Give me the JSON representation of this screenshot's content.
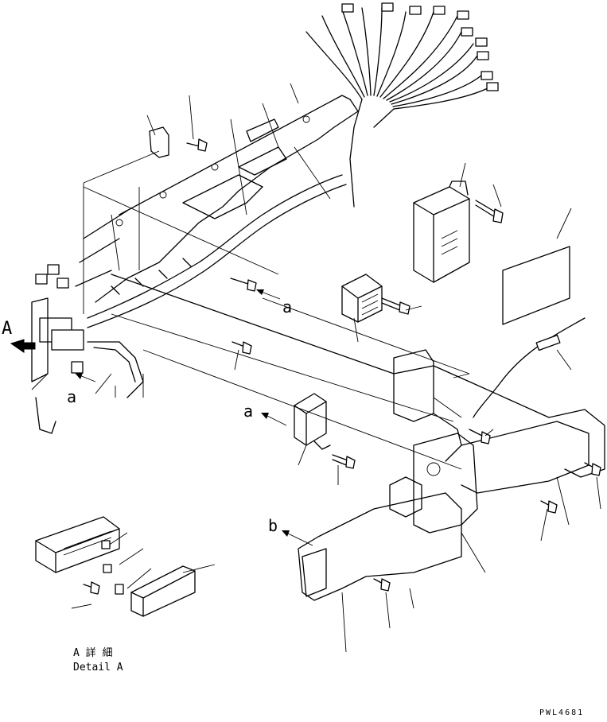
{
  "callouts": {
    "view_A": "A",
    "ref_a_1": "a",
    "ref_a_2": "a",
    "ref_a_3": "a",
    "ref_b": "b"
  },
  "detail": {
    "title_jp": "A 詳 細",
    "title_en": "Detail A"
  },
  "drawing_number": "PWL4681"
}
